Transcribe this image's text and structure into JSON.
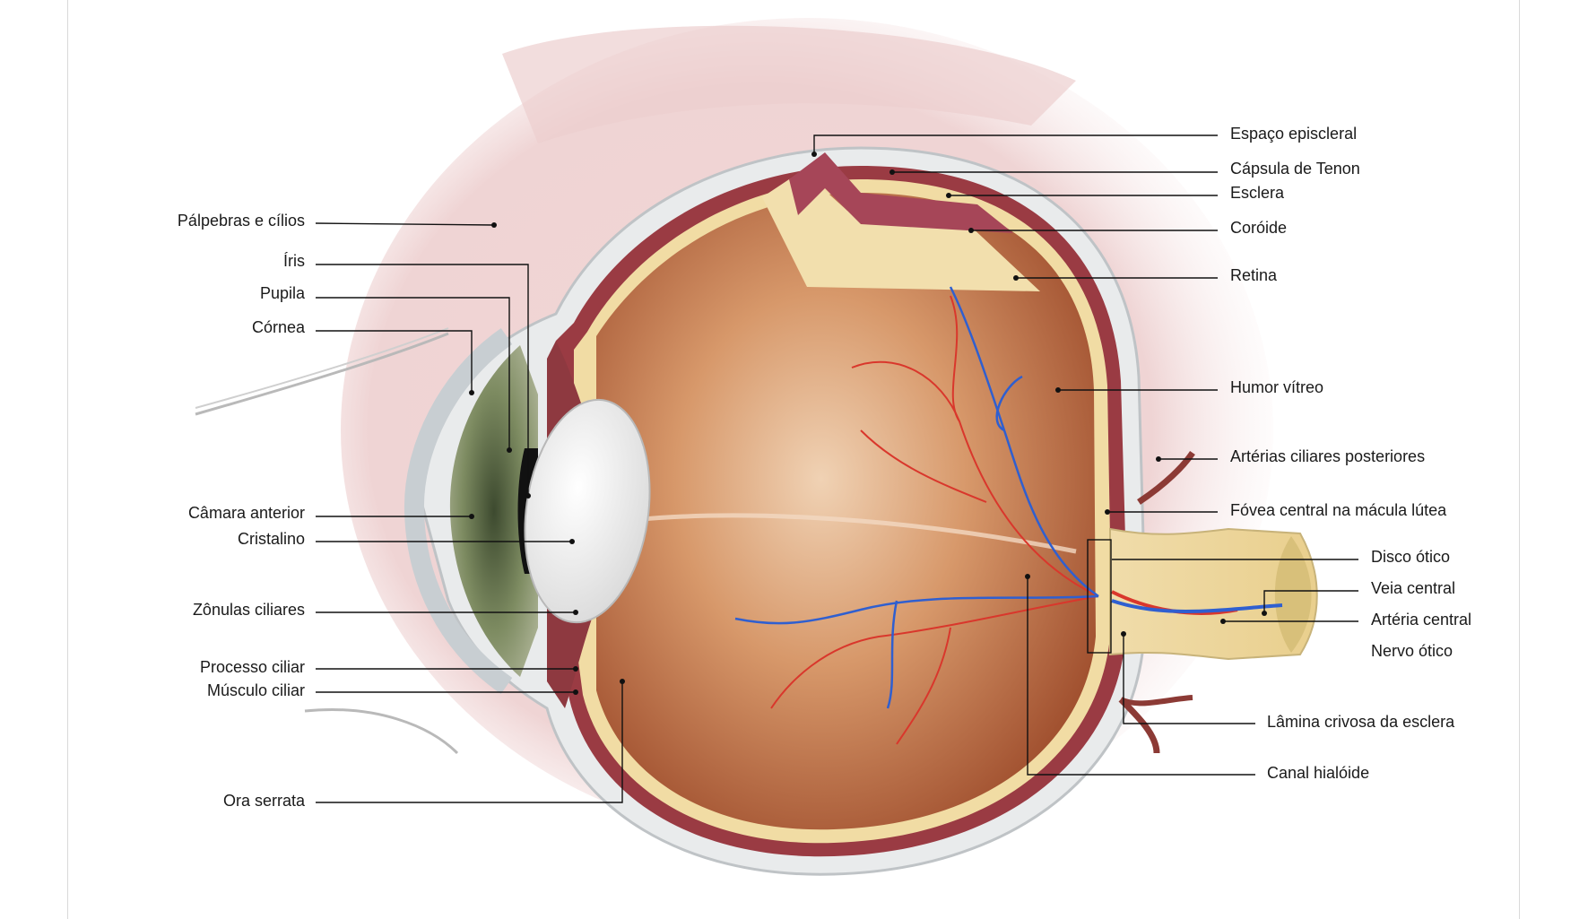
{
  "labels": {
    "palpebras": "Pálpebras e cílios",
    "iris": "Íris",
    "pupila": "Pupila",
    "cornea": "Córnea",
    "camara_anterior": "Câmara anterior",
    "cristalino": "Cristalino",
    "zonulas": "Zônulas ciliares",
    "processo_ciliar": "Processo ciliar",
    "musculo_ciliar": "Músculo ciliar",
    "ora_serrata": "Ora serrata",
    "espaco_episcleral": "Espaço episcleral",
    "capsula_tenon": "Cápsula de Tenon",
    "esclera": "Esclera",
    "coroide": "Coróide",
    "retina": "Retina",
    "humor_vitreo": "Humor vítreo",
    "arterias_ciliares": "Artérias ciliares posteriores",
    "fovea": "Fóvea central na mácula lútea",
    "disco_otico": "Disco ótico",
    "veia_central": "Veia central",
    "arteria_central": "Artéria central",
    "nervo_otico": "Nervo ótico",
    "lamina_crivosa": "Lâmina crivosa da esclera",
    "canal_hialoide": "Canal hialóide"
  },
  "colors": {
    "sclera": "#eef0f1",
    "choroid": "#9a3b43",
    "retina_yellow": "#f3dfa8",
    "vitreous": "#c27a4f",
    "iris": "#6f7d57",
    "skin": "#f1d9d8",
    "artery": "#d9372c",
    "vein": "#2f5fd0"
  }
}
